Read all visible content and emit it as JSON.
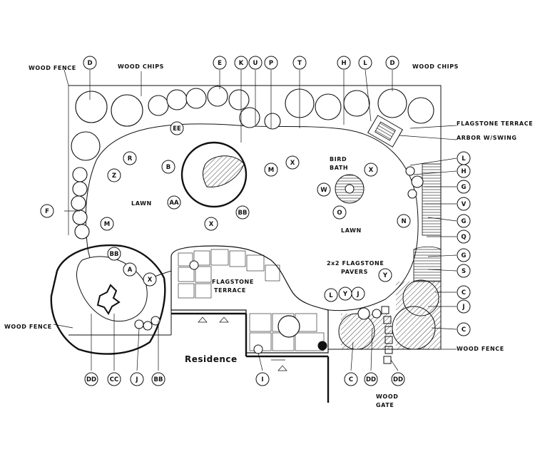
{
  "plan": {
    "title_residence": "Residence",
    "labels": {
      "wood_fence_tl": "WOOD FENCE",
      "wood_chips_l": "WOOD CHIPS",
      "wood_chips_r": "WOOD CHIPS",
      "flagstone_terrace_r": "FLAGSTONE TERRACE",
      "arbor_swing": "ARBOR W/SWING",
      "lawn_left": "LAWN",
      "lawn_right": "LAWN",
      "bird": "BIRD",
      "bath": "BATH",
      "flagstone_pavers_1": "2x2 FLAGSTONE",
      "flagstone_pavers_2": "PAVERS",
      "terrace_center_1": "FLAGSTONE",
      "terrace_center_2": "TERRACE",
      "wood_fence_l": "WOOD FENCE",
      "wood_fence_br": "WOOD FENCE",
      "wood_gate_1": "WOOD",
      "wood_gate_2": "GATE"
    },
    "callouts": {
      "top": [
        "D",
        "E",
        "K",
        "U",
        "P",
        "T",
        "H",
        "L",
        "D"
      ],
      "right": [
        "L",
        "H",
        "G",
        "V",
        "G",
        "Q",
        "G",
        "S",
        "C",
        "J",
        "C"
      ],
      "left": [
        "F"
      ],
      "bottom": [
        "DD",
        "CC",
        "J",
        "BB",
        "I",
        "C",
        "DD",
        "DD"
      ],
      "interior": [
        "EE",
        "R",
        "Z",
        "B",
        "AA",
        "X",
        "BB",
        "M",
        "X",
        "M",
        "W",
        "O",
        "X",
        "N",
        "BB",
        "A",
        "X",
        "Y",
        "L",
        "Y",
        "J"
      ]
    }
  }
}
